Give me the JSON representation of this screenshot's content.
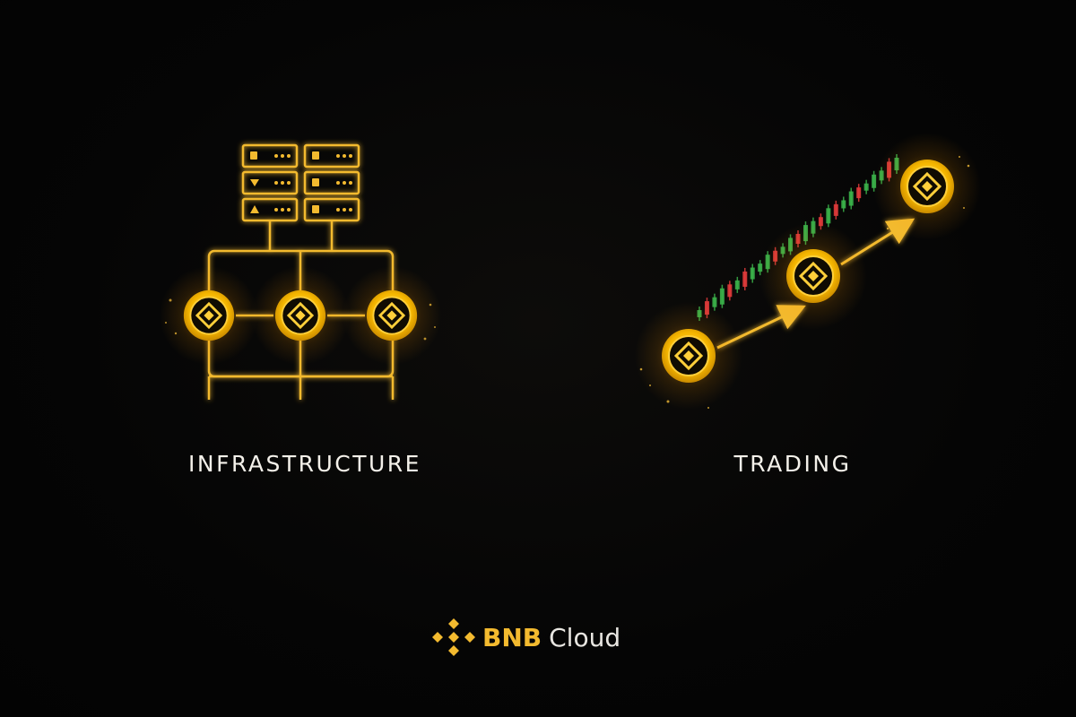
{
  "colors": {
    "background": "#050505",
    "gold": "#F3BA2F",
    "glow": "#FFB800",
    "candle_up": "#3bb34a",
    "candle_down": "#e23b3b",
    "text": "#f4f1ea"
  },
  "panels": {
    "infrastructure": {
      "label": "INFRASTRUCTURE",
      "icon": "server-network-icon"
    },
    "trading": {
      "label": "TRADING",
      "icon": "trading-growth-icon"
    }
  },
  "brand": {
    "bnb": "BNB",
    "cloud": "Cloud",
    "icon": "bnb-logo-icon"
  }
}
